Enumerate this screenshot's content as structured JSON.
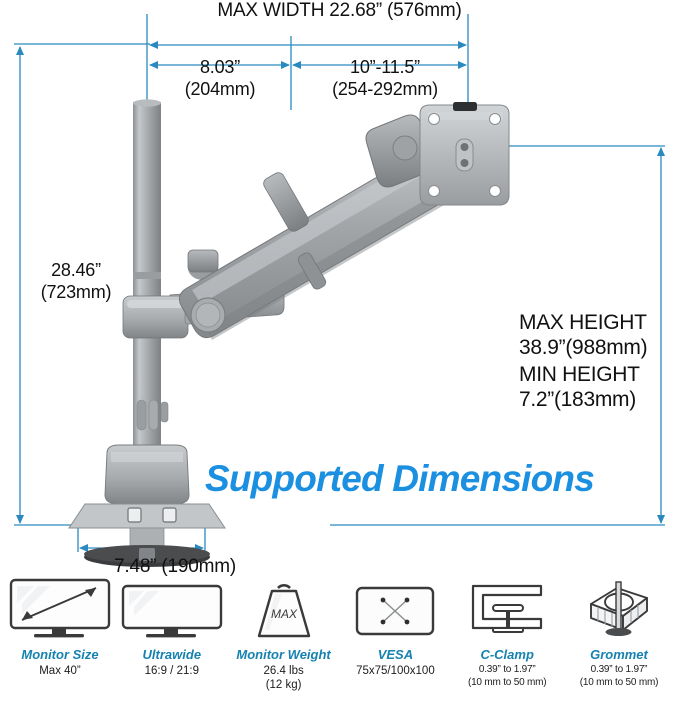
{
  "headline": "Supported Dimensions",
  "colors": {
    "dimension_blue": "#2a8ac0",
    "headline_blue": "#1b8fe0",
    "label_teal": "#1682b0",
    "hardware_gray": "#9b9d9f",
    "text_black": "#111111"
  },
  "dimensions": {
    "max_width": {
      "label": "MAX WIDTH 22.68” (576mm)",
      "inches": "22.68”",
      "mm": "576mm"
    },
    "segment_left": {
      "inches": "8.03”",
      "mm": "(204mm)"
    },
    "segment_right": {
      "inches": "10”-11.5”",
      "mm": "(254-292mm)"
    },
    "pole_height": {
      "inches": "28.46”",
      "mm": "(723mm)"
    },
    "base_width": {
      "label": "7.48” (190mm)",
      "inches": "7.48”",
      "mm": "(190mm)"
    },
    "max_height": {
      "title": "MAX HEIGHT",
      "value": "38.9”(988mm)"
    },
    "min_height": {
      "title": "MIN HEIGHT",
      "value": "7.2”(183mm)"
    }
  },
  "specs": [
    {
      "icon": "monitor-diagonal-icon",
      "title": "Monitor Size",
      "sub": "Max 40”"
    },
    {
      "icon": "ultrawide-monitor-icon",
      "title": "Ultrawide",
      "sub": "16:9 / 21:9"
    },
    {
      "icon": "weight-icon",
      "icon_text": "MAX",
      "title": "Monitor Weight",
      "sub": "26.4 lbs\n(12 kg)"
    },
    {
      "icon": "vesa-pattern-icon",
      "title": "VESA",
      "sub": "75x75/100x100"
    },
    {
      "icon": "c-clamp-icon",
      "title": "C-Clamp",
      "sub": "0.39” to 1.97”\n(10 mm to 50 mm)"
    },
    {
      "icon": "grommet-icon",
      "title": "Grommet",
      "sub": "0.39” to 1.97”\n(10 mm to 50 mm)"
    }
  ]
}
